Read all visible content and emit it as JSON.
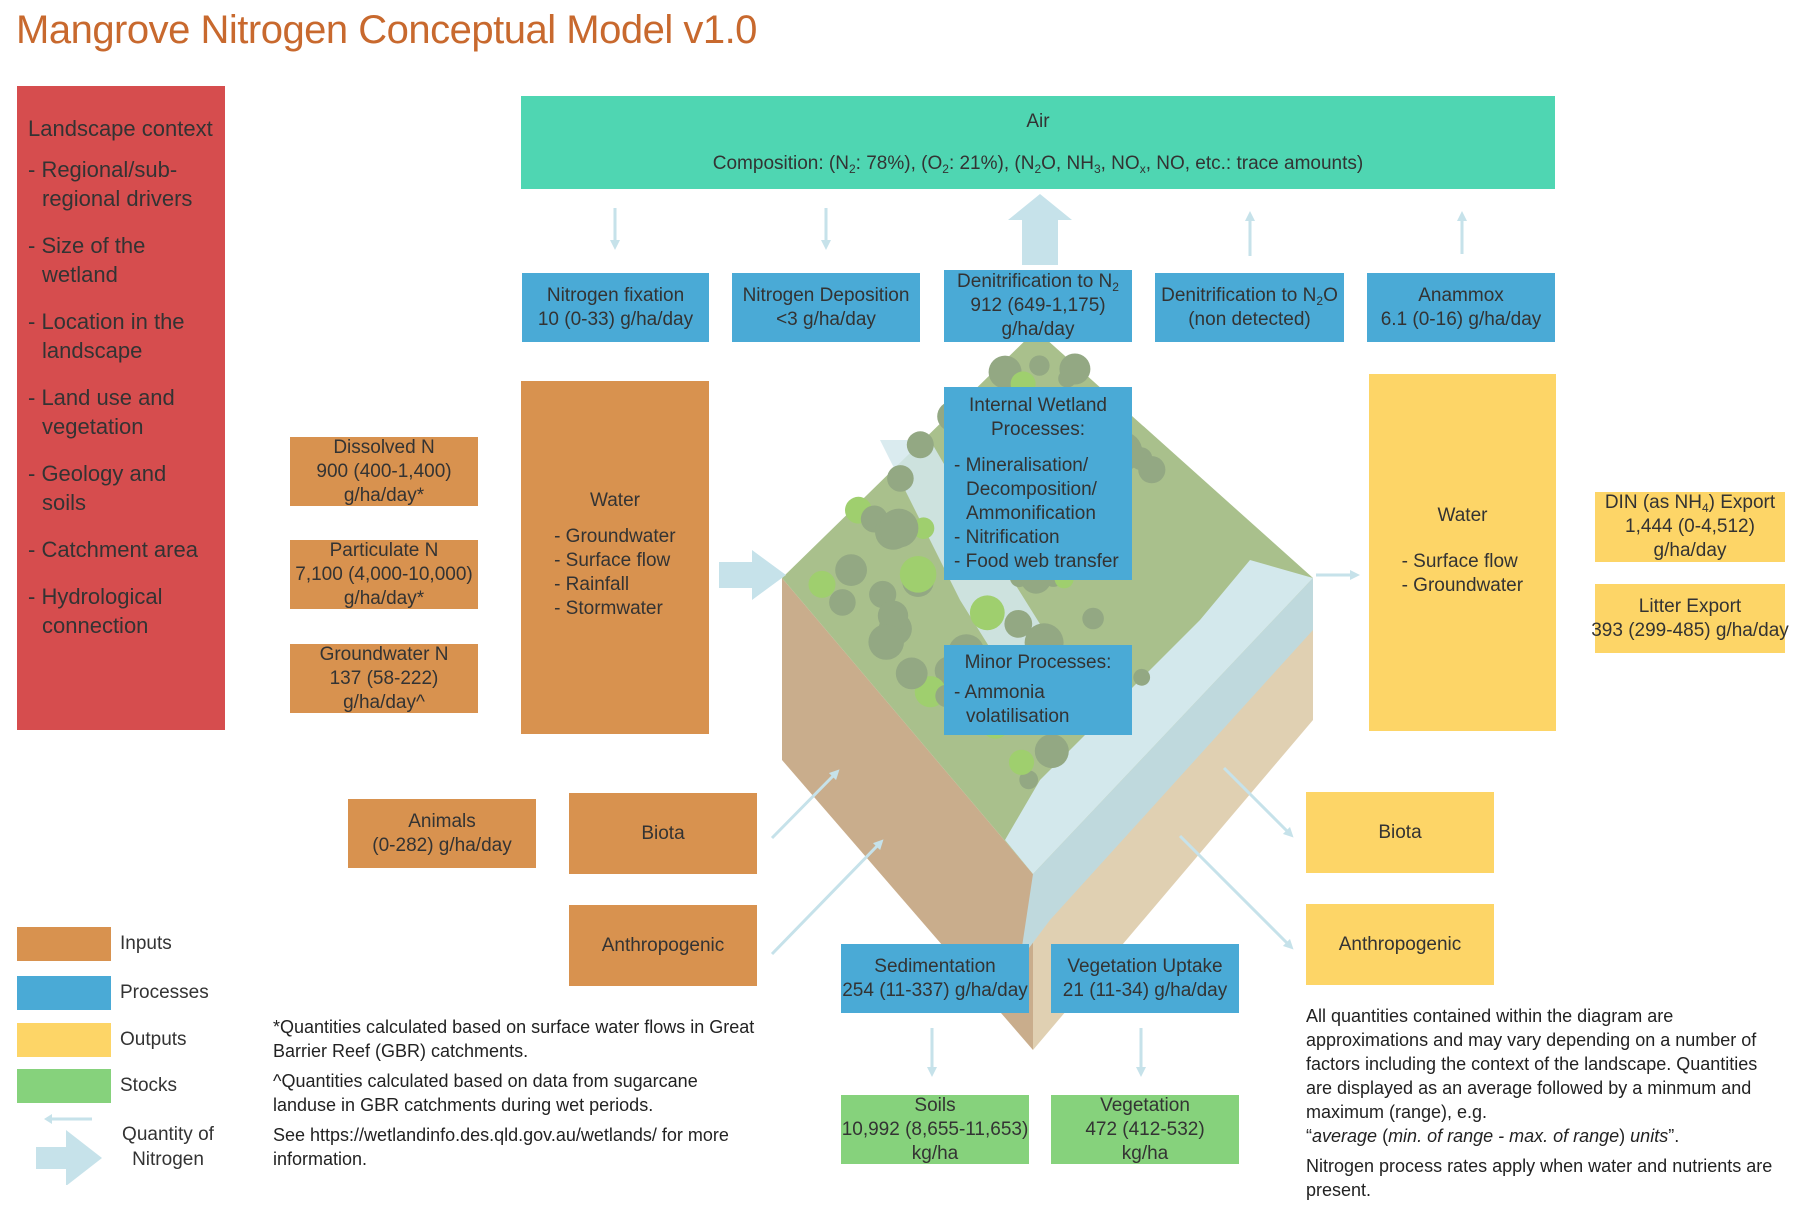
{
  "title": "Mangrove Nitrogen Conceptual Model v1.0",
  "colors": {
    "inputs": "#d8924f",
    "processes": "#4aaad6",
    "outputs": "#fdd567",
    "stocks": "#86d27c",
    "air": "#4fd6b2",
    "landscape": "#d64d4e",
    "title": "#c8692e",
    "arrow": "#c6e2ea"
  },
  "landscape_context": {
    "heading": "Landscape context",
    "items": [
      "- Regional/sub-regional drivers",
      "- Size of the wetland",
      "- Location in the landscape",
      "- Land use and vegetation",
      "- Geology and soils",
      "- Catchment area",
      "- Hydrological connection"
    ]
  },
  "air": {
    "label": "Air",
    "composition_prefix": "Composition: (N",
    "composition": "Composition: (N2: 78%), (O2: 21%), (N2O, NH3, NOx, NO, etc.: trace amounts)",
    "parts": {
      "p1": "Composition: (N",
      "s1": "2",
      "p2": ": 78%), (O",
      "s2": "2",
      "p3": ": 21%), (N",
      "s3": "2",
      "p4": "O, NH",
      "s4": "3",
      "p5": ", NO",
      "s5": "x",
      "p6": ", NO, etc.: trace amounts)"
    }
  },
  "processes_top": [
    {
      "name": "Nitrogen fixation",
      "value": "10 (0-33) g/ha/day",
      "flow": "down"
    },
    {
      "name": "Nitrogen Deposition",
      "value": "<3 g/ha/day",
      "flow": "down"
    },
    {
      "name_prefix": "Denitrification to N",
      "name_sub": "2",
      "value": "912 (649-1,175)",
      "unit": "g/ha/day",
      "flow": "up-large"
    },
    {
      "name_prefix": "Denitrification to N",
      "name_sub": "2",
      "name_suffix": "O",
      "value": "(non detected)",
      "flow": "up"
    },
    {
      "name": "Anammox",
      "value": "6.1 (0-16) g/ha/day",
      "flow": "up"
    }
  ],
  "inputs": {
    "dissolved_n": {
      "name": "Dissolved N",
      "value": "900 (400-1,400)",
      "unit": "g/ha/day*"
    },
    "particulate_n": {
      "name": "Particulate N",
      "value": "7,100 (4,000-10,000)",
      "unit": "g/ha/day*"
    },
    "groundwater_n": {
      "name": "Groundwater N",
      "value": "137 (58-222) g/ha/day^"
    },
    "water": {
      "name": "Water",
      "items": [
        "- Groundwater",
        "- Surface flow",
        "- Rainfall",
        "- Stormwater"
      ]
    },
    "animals": {
      "name": "Animals",
      "value": "(0-282) g/ha/day"
    },
    "biota": {
      "name": "Biota"
    },
    "anthropogenic": {
      "name": "Anthropogenic"
    }
  },
  "internal_processes": {
    "heading": "Internal Wetland Processes:",
    "items": [
      "- Mineralisation/ Decomposition/ Ammonification",
      "- Nitrification",
      "- Food web transfer"
    ]
  },
  "minor_processes": {
    "heading": "Minor Processes:",
    "items": [
      "- Ammonia volatilisation"
    ]
  },
  "outputs": {
    "water": {
      "name": "Water",
      "items": [
        "- Surface flow",
        "- Groundwater"
      ]
    },
    "din_export": {
      "name_prefix": "DIN (as NH",
      "name_sub": "4",
      "name_suffix": ") Export",
      "value": "1,444 (0-4,512)",
      "unit": "g/ha/day"
    },
    "litter_export": {
      "name": "Litter Export",
      "value": "393 (299-485) g/ha/day"
    },
    "biota": {
      "name": "Biota"
    },
    "anthropogenic": {
      "name": "Anthropogenic"
    }
  },
  "processes_bottom": [
    {
      "name": "Sedimentation",
      "value": "254 (11-337) g/ha/day"
    },
    {
      "name": "Vegetation Uptake",
      "value": "21 (11-34) g/ha/day"
    }
  ],
  "stocks": [
    {
      "name": "Soils",
      "value": "10,992 (8,655-11,653)",
      "unit": "kg/ha"
    },
    {
      "name": "Vegetation",
      "value": "472 (412-532)",
      "unit": "kg/ha"
    }
  ],
  "legend": {
    "inputs": "Inputs",
    "processes": "Processes",
    "outputs": "Outputs",
    "stocks": "Stocks",
    "quantity": "Quantity of Nitrogen"
  },
  "footnotes": {
    "asterisk": "*Quantities calculated based on surface water flows in Great Barrier Reef (GBR) catchments.",
    "caret": "^Quantities calculated based on data from sugarcane landuse in GBR catchments during wet periods.",
    "see_more": "See https://wetlandinfo.des.qld.gov.au/wetlands/ for more information."
  },
  "notes": {
    "approximations": "All quantities contained within the diagram are approximations and may vary depending on a number of factors including the context of the landscape. Quantities are displayed as an average followed by a minmum and maximum (range), e.g.",
    "format_open": "“",
    "format_average": "average",
    "format_paren_open": " (",
    "format_min": "min. of range - max. of range",
    "format_paren_close": ") ",
    "format_units": "units",
    "format_close": "”.",
    "rates": "Nitrogen process rates apply when water and nutrients are present."
  }
}
